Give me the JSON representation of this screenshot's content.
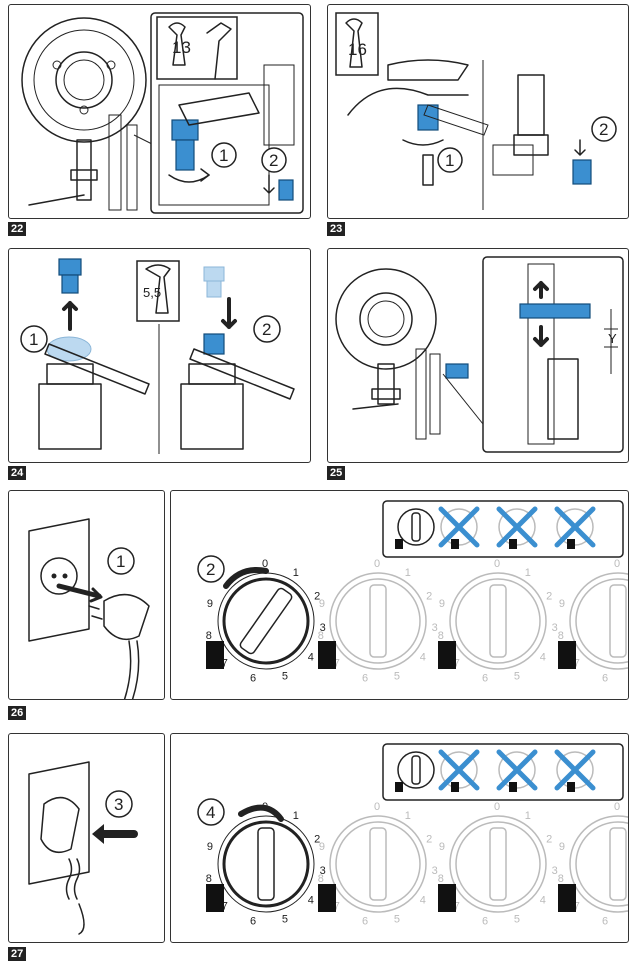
{
  "figures": {
    "f22": "22",
    "f23": "23",
    "f24": "24",
    "f25": "25",
    "f26": "26",
    "f27": "27"
  },
  "wrench_sizes": {
    "w13": "13",
    "w16": "16",
    "w55": "5,5"
  },
  "steps": {
    "p22_1": "1",
    "p22_2": "2",
    "p23_1": "1",
    "p23_2": "2",
    "p24_1": "1",
    "p24_2": "2",
    "p26_1": "1",
    "p26_2": "2",
    "p27_3": "3",
    "p27_4": "4"
  },
  "dimension_label": "Y",
  "knob_scale": [
    "0",
    "1",
    "2",
    "3",
    "4",
    "5",
    "6",
    "7",
    "8",
    "9"
  ],
  "colors": {
    "part_blue": "#3b8fd0",
    "cross_blue": "#3b8fd0",
    "line": "#222222"
  }
}
